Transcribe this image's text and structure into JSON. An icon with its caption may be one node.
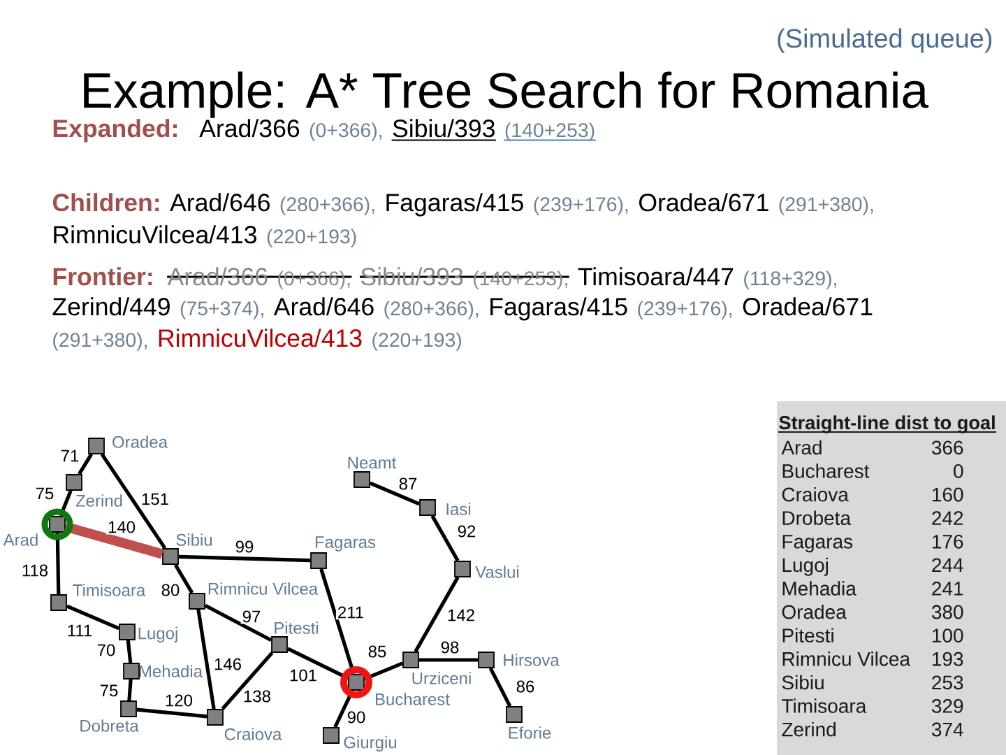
{
  "diagram": {
    "title": "Example: A* Tree Search for Romania",
    "nodes": [
      {
        "text": [],
        "shape": "box",
        "beside": [
          "Oradea"
        ]
      },
      {
        "text": [],
        "shape": "box",
        "beside": [
          "Neamt"
        ]
      },
      {
        "text": [],
        "shape": "box",
        "beside": [
          "Zerind"
        ]
      },
      {
        "text": [],
        "shape": "box",
        "beside": [
          "Iasi"
        ]
      },
      {
        "text": [],
        "shape": "box",
        "beside": [
          "Arad"
        ]
      },
      {
        "text": [],
        "shape": "box",
        "beside": [
          "Sibiu"
        ]
      },
      {
        "text": [],
        "shape": "box",
        "beside": [
          "Fagaras"
        ]
      },
      {
        "text": [],
        "shape": "box",
        "beside": [
          "Vaslui"
        ]
      },
      {
        "text": [],
        "shape": "box",
        "beside": [
          "Rimnicu Vilcea"
        ]
      },
      {
        "text": [],
        "shape": "box",
        "beside": [
          "Timisoara"
        ]
      },
      {
        "text": [],
        "shape": "box",
        "beside": [
          "Lugoj"
        ]
      },
      {
        "text": [],
        "shape": "box",
        "beside": [
          "Pitesti"
        ]
      },
      {
        "text": [],
        "shape": "box",
        "beside": [
          "Urziceni"
        ]
      },
      {
        "text": [],
        "shape": "box",
        "beside": [
          "Hirsova"
        ]
      },
      {
        "text": [],
        "shape": "box",
        "beside": [
          "Mehadia"
        ]
      },
      {
        "text": [],
        "shape": "box",
        "beside": [
          "Bucharest"
        ]
      },
      {
        "text": [],
        "shape": "box",
        "beside": [
          "Dobreta"
        ]
      },
      {
        "text": [],
        "shape": "box",
        "beside": [
          "Eforie"
        ]
      },
      {
        "text": [],
        "shape": "box",
        "beside": [
          "Craiova"
        ]
      },
      {
        "text": [],
        "shape": "box",
        "beside": [
          "Giurgiu"
        ]
      }
    ],
    "edges": [
      {
        "from": 0,
        "to": 2,
        "arrow": "none",
        "label": "71"
      },
      {
        "from": 2,
        "to": 4,
        "arrow": "none",
        "label": "75"
      },
      {
        "from": 4,
        "to": 5,
        "arrow": "none",
        "label": "140",
        "style": "thick",
        "color": "#c0504d"
      },
      {
        "from": 4,
        "to": 9,
        "arrow": "none",
        "label": "118"
      },
      {
        "from": 0,
        "to": 5,
        "arrow": "none",
        "label": "151"
      },
      {
        "from": 9,
        "to": 10,
        "arrow": "none",
        "label": "111"
      },
      {
        "from": 10,
        "to": 14,
        "arrow": "none",
        "label": "70"
      },
      {
        "from": 14,
        "to": 16,
        "arrow": "none",
        "label": "75"
      },
      {
        "from": 16,
        "to": 18,
        "arrow": "none",
        "label": "120"
      },
      {
        "from": 5,
        "to": 6,
        "arrow": "none",
        "label": "99"
      },
      {
        "from": 5,
        "to": 8,
        "arrow": "none",
        "label": "80"
      },
      {
        "from": 8,
        "to": 11,
        "arrow": "none",
        "label": "97"
      },
      {
        "from": 8,
        "to": 18,
        "arrow": "none",
        "label": "146"
      },
      {
        "from": 18,
        "to": 11,
        "arrow": "none",
        "label": "138"
      },
      {
        "from": 11,
        "to": 15,
        "arrow": "none",
        "label": "101"
      },
      {
        "from": 6,
        "to": 15,
        "arrow": "none",
        "label": "211"
      },
      {
        "from": 15,
        "to": 19,
        "arrow": "none",
        "label": "90"
      },
      {
        "from": 15,
        "to": 12,
        "arrow": "none",
        "label": "85"
      },
      {
        "from": 12,
        "to": 13,
        "arrow": "none",
        "label": "98"
      },
      {
        "from": 13,
        "to": 17,
        "arrow": "none",
        "label": "86"
      },
      {
        "from": 12,
        "to": 7,
        "arrow": "none",
        "label": "142"
      },
      {
        "from": 7,
        "to": 3,
        "arrow": "none",
        "label": "92"
      },
      {
        "from": 3,
        "to": 1,
        "arrow": "none",
        "label": "87"
      }
    ],
    "labels": [
      "(Simulated queue)",
      "Expanded:",
      "Arad/366",
      "(0+366),",
      "Sibiu/393",
      "(140+253)",
      "Children:",
      "Arad/646",
      "(280+366),",
      "Fagaras/415",
      "(239+176),",
      "Oradea/671",
      "(291+380),",
      "RimnicuVilcea/413",
      "(220+193)",
      "Frontier:",
      "Arad/366",
      "(0+366),",
      "Sibiu/393",
      "(140+253),",
      "Timisoara/447",
      "(118+329),",
      "Zerind/449",
      "(75+374),",
      "Arad/646",
      "(280+366),",
      "Fagaras/415",
      "(239+176),",
      "Oradea/671",
      "(291+380),",
      "RimnicuVilcea/413",
      "(220+193)",
      "Straight-line dist to goal",
      "Arad",
      "366",
      "Bucharest",
      "0",
      "Craiova",
      "160",
      "Drobeta",
      "242",
      "Fagaras",
      "176",
      "Lugoj",
      "244",
      "Mehadia",
      "241",
      "Oradea",
      "380",
      "Pitesti",
      "100",
      "Rimnicu Vilcea",
      "193",
      "Sibiu",
      "253",
      "Timisoara",
      "329",
      "Zerind",
      "374"
    ]
  }
}
